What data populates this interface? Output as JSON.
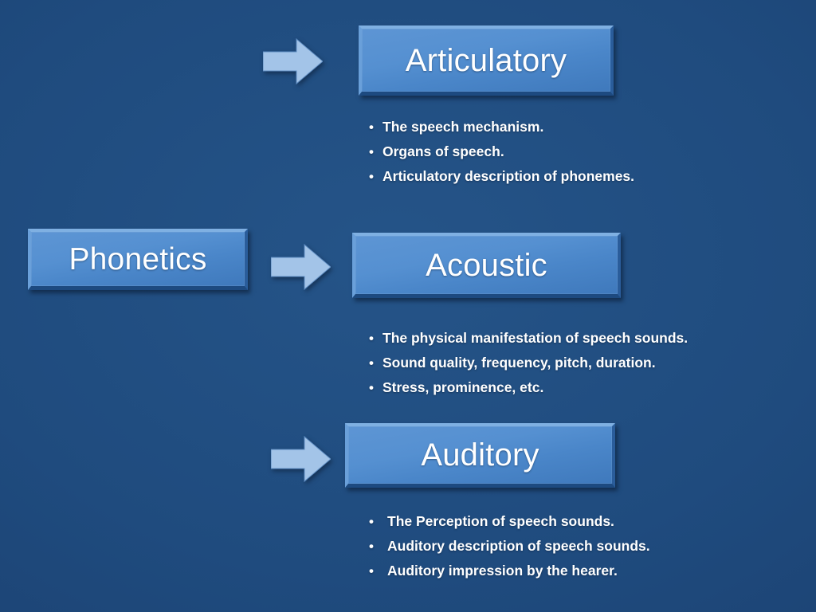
{
  "theme": {
    "background_color": "#1f4b7e",
    "box_fill_color": "#4a86c9",
    "box_highlight_color": "#7fb0e2",
    "arrow_color": "#a3c4e8",
    "text_color": "#ffffff"
  },
  "root": {
    "label": "Phonetics"
  },
  "branches": [
    {
      "id": "articulatory",
      "label": "Articulatory",
      "arrow_icon": "right-arrow-icon",
      "bullet_marker": "•",
      "bullets": [
        "The speech mechanism.",
        "Organs of speech.",
        "Articulatory  description of phonemes."
      ]
    },
    {
      "id": "acoustic",
      "label": "Acoustic",
      "arrow_icon": "right-arrow-icon",
      "bullet_marker": "•",
      "bullets": [
        "The physical manifestation of speech sounds.",
        "Sound quality, frequency, pitch, duration.",
        "Stress,  prominence, etc."
      ]
    },
    {
      "id": "auditory",
      "label": "Auditory",
      "arrow_icon": "right-arrow-icon",
      "bullet_marker": "•",
      "bullets": [
        "The Perception of speech sounds.",
        "Auditory description of speech sounds.",
        "Auditory impression by the hearer."
      ]
    }
  ]
}
